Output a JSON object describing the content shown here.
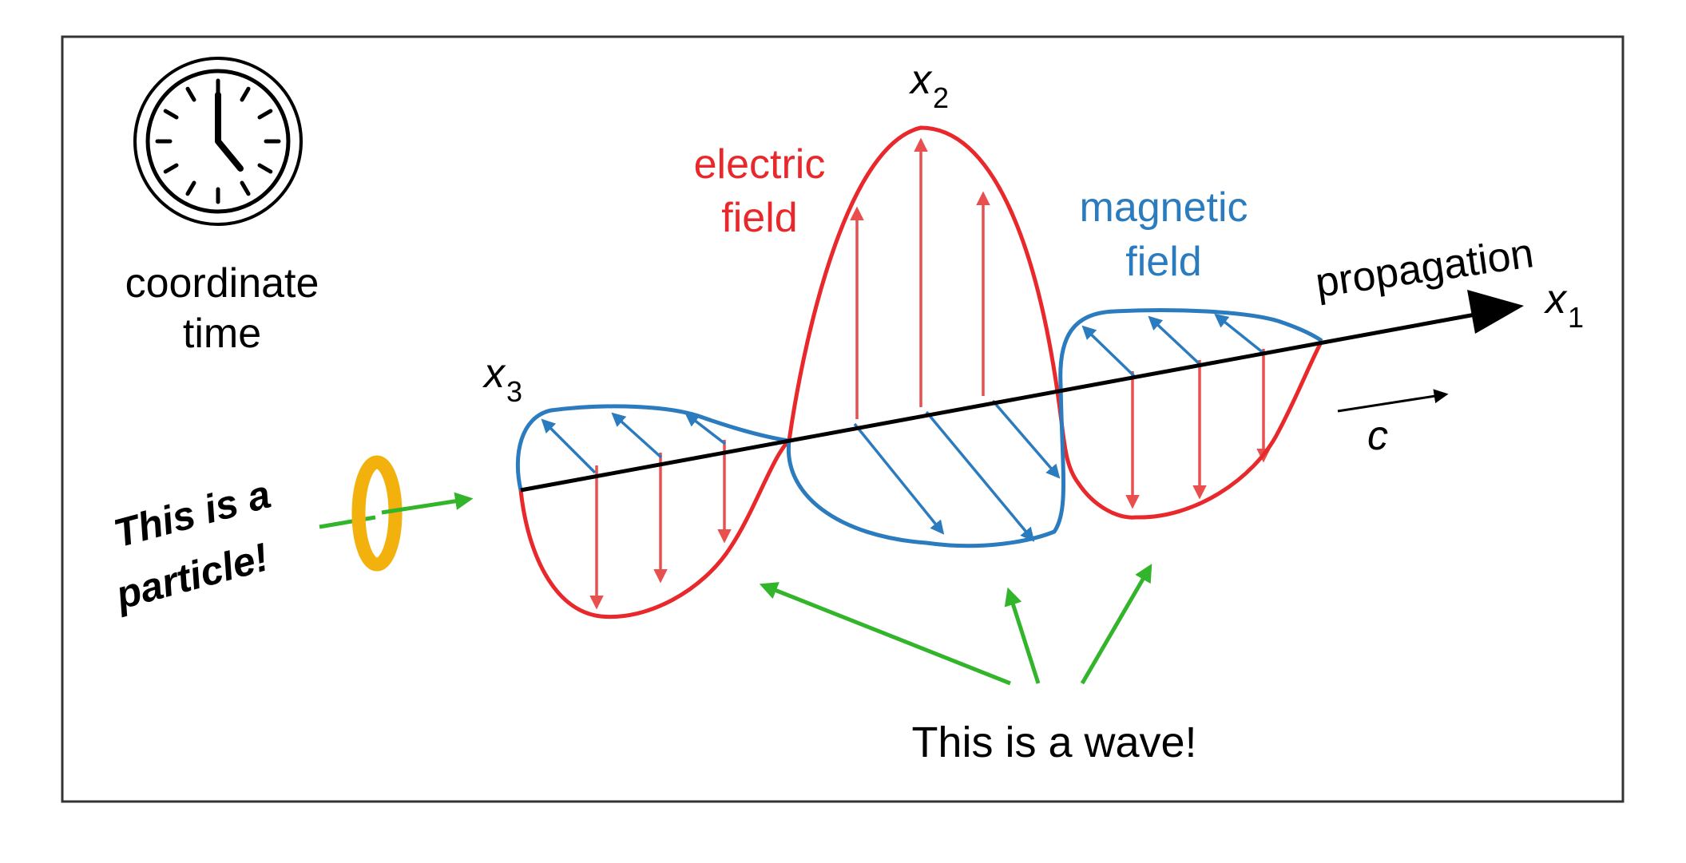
{
  "labels": {
    "coordinate": "coordinate",
    "time": "time",
    "electric_1": "electric",
    "electric_2": "field",
    "magnetic_1": "magnetic",
    "magnetic_2": "field",
    "propagation": "propagation",
    "x1_base": "x",
    "x1_sub": "1",
    "x2_base": "x",
    "x2_sub": "2",
    "x3_base": "x",
    "x3_sub": "3",
    "c": "c",
    "particle_1": "This is a",
    "particle_2": "particle!",
    "wave": "This is a wave!"
  },
  "colors": {
    "electric": "#e8282b",
    "electric_arrow": "#e85050",
    "magnetic": "#2b7bbf",
    "axis": "#000000",
    "pointer": "#33b52b",
    "particle": "#f2b10c",
    "frame": "#333333"
  },
  "icons": {
    "clock": "clock-icon",
    "particle": "ring-particle-icon"
  }
}
